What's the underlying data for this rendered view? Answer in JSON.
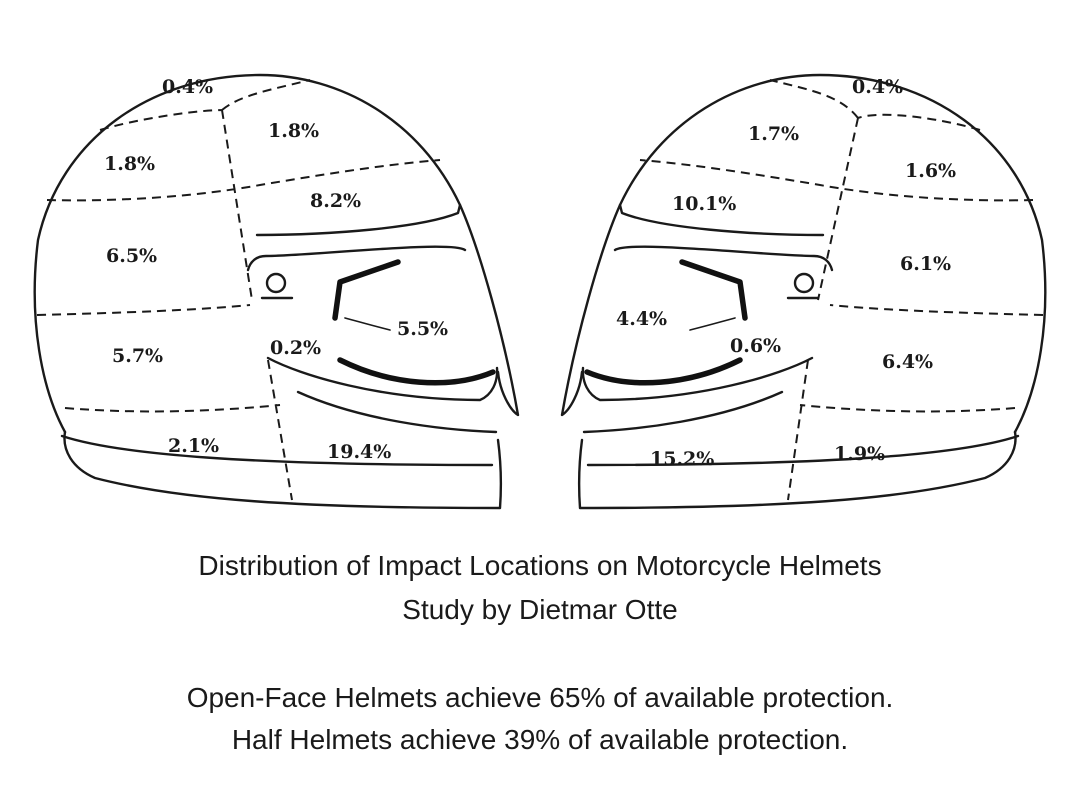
{
  "left_helmet": {
    "regions": {
      "crown": "0.4%",
      "upper_back": "1.8%",
      "upper_side": "1.8%",
      "temple": "8.2%",
      "back_mid": "6.5%",
      "back_lower": "5.7%",
      "visor_edge": "5.5%",
      "ear": "0.2%",
      "nape": "2.1%",
      "chin": "19.4%"
    }
  },
  "right_helmet": {
    "regions": {
      "crown": "0.4%",
      "upper_front": "1.7%",
      "upper_back": "1.6%",
      "forehead": "10.1%",
      "back_mid": "6.1%",
      "visor_edge": "4.4%",
      "ear": "0.6%",
      "back_lower": "6.4%",
      "chin": "15.2%",
      "nape": "1.9%"
    }
  },
  "caption": {
    "title": "Distribution of Impact Locations on Motorcycle Helmets",
    "study": "Study by Dietmar Otte",
    "open_face": "Open-Face Helmets achieve 65% of available protection.",
    "half_helmet": "Half Helmets achieve 39% of available protection."
  }
}
